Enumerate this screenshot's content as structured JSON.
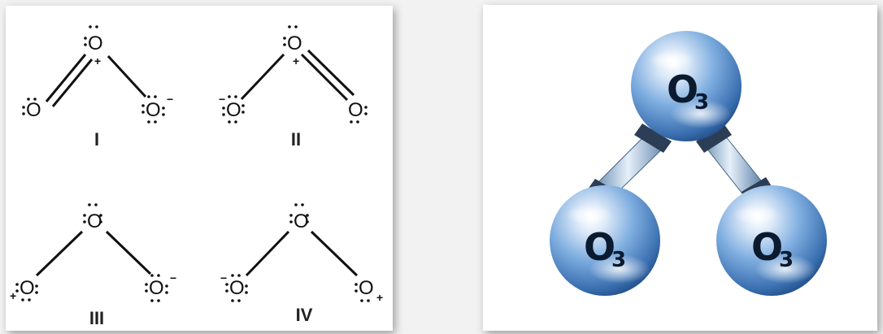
{
  "resonance": {
    "atom_symbol": "O",
    "structures": [
      {
        "numeral": "I",
        "left_charge": "",
        "center_charge": "+",
        "right_charge": "−"
      },
      {
        "numeral": "II",
        "left_charge": "−",
        "center_charge": "+",
        "right_charge": ""
      },
      {
        "numeral": "III",
        "left_charge": "+",
        "center_charge": "",
        "right_charge": "−"
      },
      {
        "numeral": "IV",
        "left_charge": "−",
        "center_charge": "",
        "right_charge": "+"
      }
    ]
  },
  "molecule_model": {
    "balls": [
      {
        "element": "O",
        "subscript": "3"
      },
      {
        "element": "O",
        "subscript": "3"
      },
      {
        "element": "O",
        "subscript": "3"
      }
    ],
    "colors": {
      "sphere": "#4a7fc0",
      "highlight": "#e8f2ff",
      "connector": "#2c3e55"
    }
  }
}
